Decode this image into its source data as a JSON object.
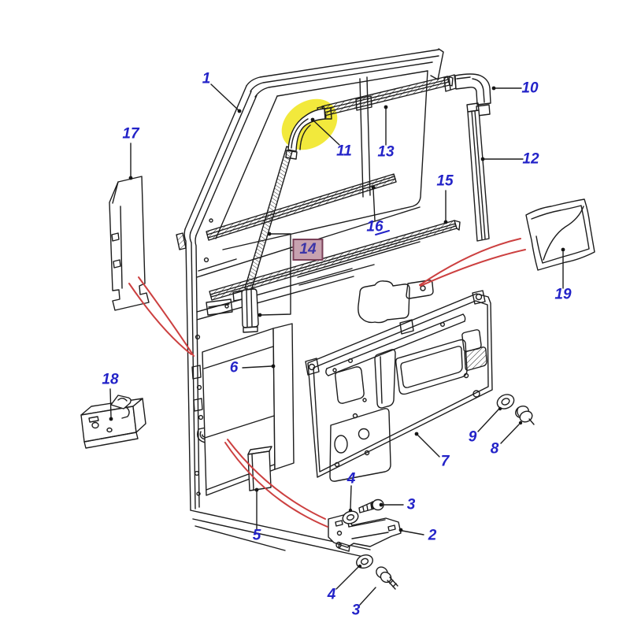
{
  "diagram": {
    "type": "exploded-parts-diagram",
    "subject": "vehicle front door assembly",
    "background": "#ffffff",
    "colors": {
      "line": "#1c1c1c",
      "label": "#2323c8",
      "red_leader": "#cc4040",
      "highlight_yellow": "#f2e93c",
      "selected_box_bg": "#c7a2b0",
      "selected_box_border": "#7a4058",
      "selected_box_text": "#3b35a8"
    },
    "highlighted_part_callout": "11",
    "selected_callout": "14",
    "callouts": [
      {
        "text": "1"
      },
      {
        "text": "2"
      },
      {
        "text": "3"
      },
      {
        "text": "3"
      },
      {
        "text": "4"
      },
      {
        "text": "4"
      },
      {
        "text": "5"
      },
      {
        "text": "6"
      },
      {
        "text": "7"
      },
      {
        "text": "8"
      },
      {
        "text": "9"
      },
      {
        "text": "10"
      },
      {
        "text": "11"
      },
      {
        "text": "12"
      },
      {
        "text": "13"
      },
      {
        "text": "14"
      },
      {
        "text": "15"
      },
      {
        "text": "16"
      },
      {
        "text": "17"
      },
      {
        "text": "18"
      },
      {
        "text": "19"
      }
    ]
  }
}
